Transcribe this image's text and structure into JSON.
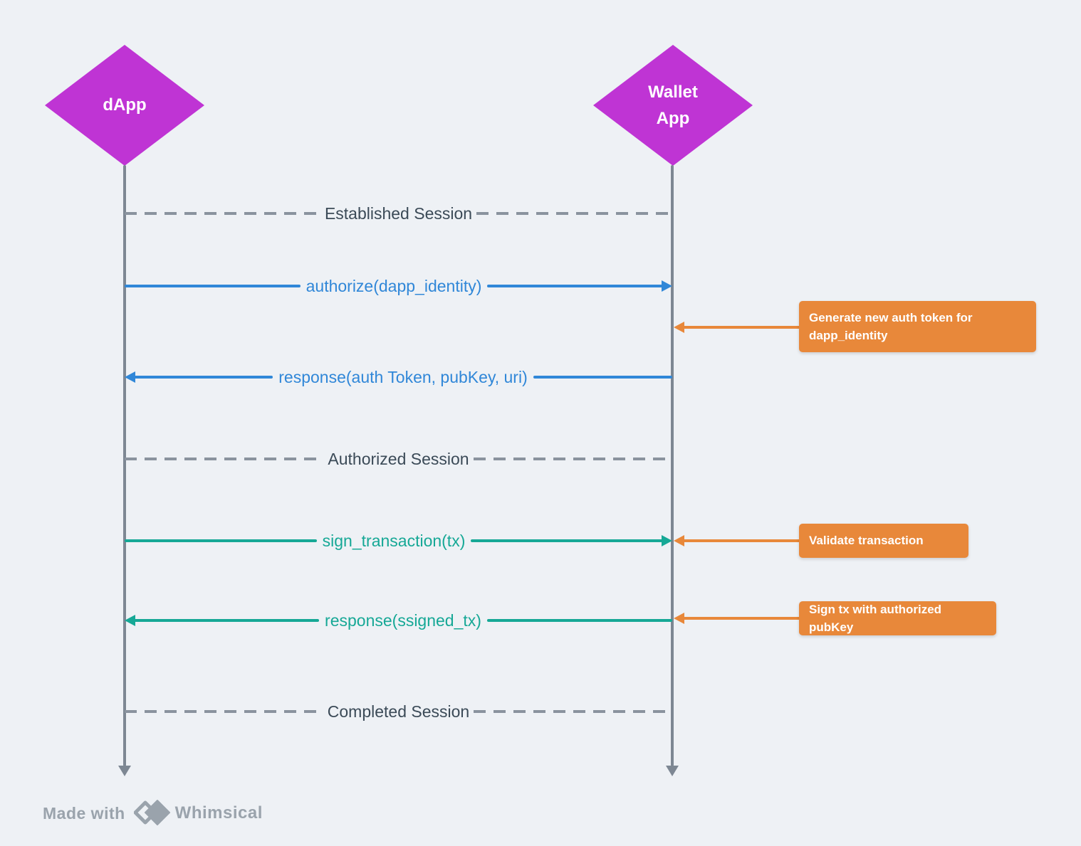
{
  "colors": {
    "background": "#eef1f5",
    "actor_fill": "#bf34d4",
    "actor_text": "#ffffff",
    "auth_flow": "#3087d8",
    "tx_flow": "#16a896",
    "note_fill": "#e8883a",
    "note_text": "#ffffff",
    "lifeline": "#7d8793",
    "separator_line": "#8a939e",
    "separator_text": "#3b4a57",
    "footer_text": "#9aa3ac"
  },
  "actors": [
    {
      "label": "dApp"
    },
    {
      "label": "Wallet App"
    }
  ],
  "separators": [
    {
      "label": "Established Session"
    },
    {
      "label": "Authorized Session"
    },
    {
      "label": "Completed Session"
    }
  ],
  "messages": [
    {
      "label": "authorize(dapp_identity)",
      "direction": "right",
      "color": "#3087d8"
    },
    {
      "label": "response(auth Token, pubKey, uri)",
      "direction": "left",
      "color": "#3087d8"
    },
    {
      "label": "sign_transaction(tx)",
      "direction": "right",
      "color": "#16a896"
    },
    {
      "label": "response(ssigned_tx)",
      "direction": "left",
      "color": "#16a896"
    }
  ],
  "notes": [
    {
      "label": "Generate new auth token for dapp_identity"
    },
    {
      "label": "Validate transaction"
    },
    {
      "label": "Sign tx with authorized pubKey"
    }
  ],
  "footer": {
    "made_with": "Made with",
    "brand": "Whimsical"
  }
}
